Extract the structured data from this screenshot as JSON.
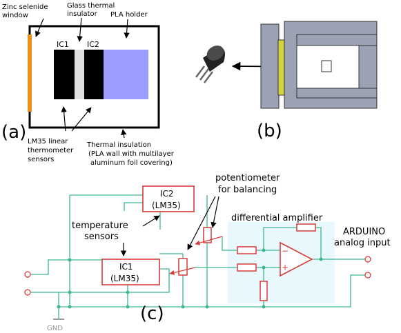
{
  "panel_a": {
    "panel_label": "(a)",
    "zinc_label_1": "Zinc selenide",
    "zinc_label_2": "window",
    "glass_label_1": "Glass thermal",
    "glass_label_2": "insulator",
    "pla_holder_label": "PLA holder",
    "ic1_label": "IC1",
    "ic2_label": "IC2",
    "lm35_label_1": "LM35 linear",
    "lm35_label_2": "thermometer",
    "lm35_label_3": "sensors",
    "insulation_label_1": "Thermal insulation",
    "insulation_label_2": "(PLA wall with multilayer",
    "insulation_label_3": "aluminum foil covering)"
  },
  "panel_b": {
    "panel_label": "(b)"
  },
  "panel_c": {
    "panel_label": "(c)",
    "ic2_line_1": "IC2",
    "ic2_line_2": "(LM35)",
    "ic1_line_1": "IC1",
    "ic1_line_2": "(LM35)",
    "temp_sensors_1": "temperature",
    "temp_sensors_2": "sensors",
    "pot_label_1": "potentiometer",
    "pot_label_2": "for balancing",
    "diffamp_label": "differential amplifier",
    "arduino_label_1": "ARDUINO",
    "arduino_label_2": "analog input",
    "gnd_label": "GND",
    "opamp_minus": "−",
    "opamp_plus": "+"
  },
  "colors": {
    "wire": "#3db88a",
    "component": "#d93a3a",
    "amp_bg": "#e8f8fc",
    "zinc": "#e8901c",
    "pla_blue": "#9c9cff",
    "glass": "#e0e0e0",
    "device_gray": "#9aa2b4",
    "device_yellow": "#d4d43c"
  }
}
